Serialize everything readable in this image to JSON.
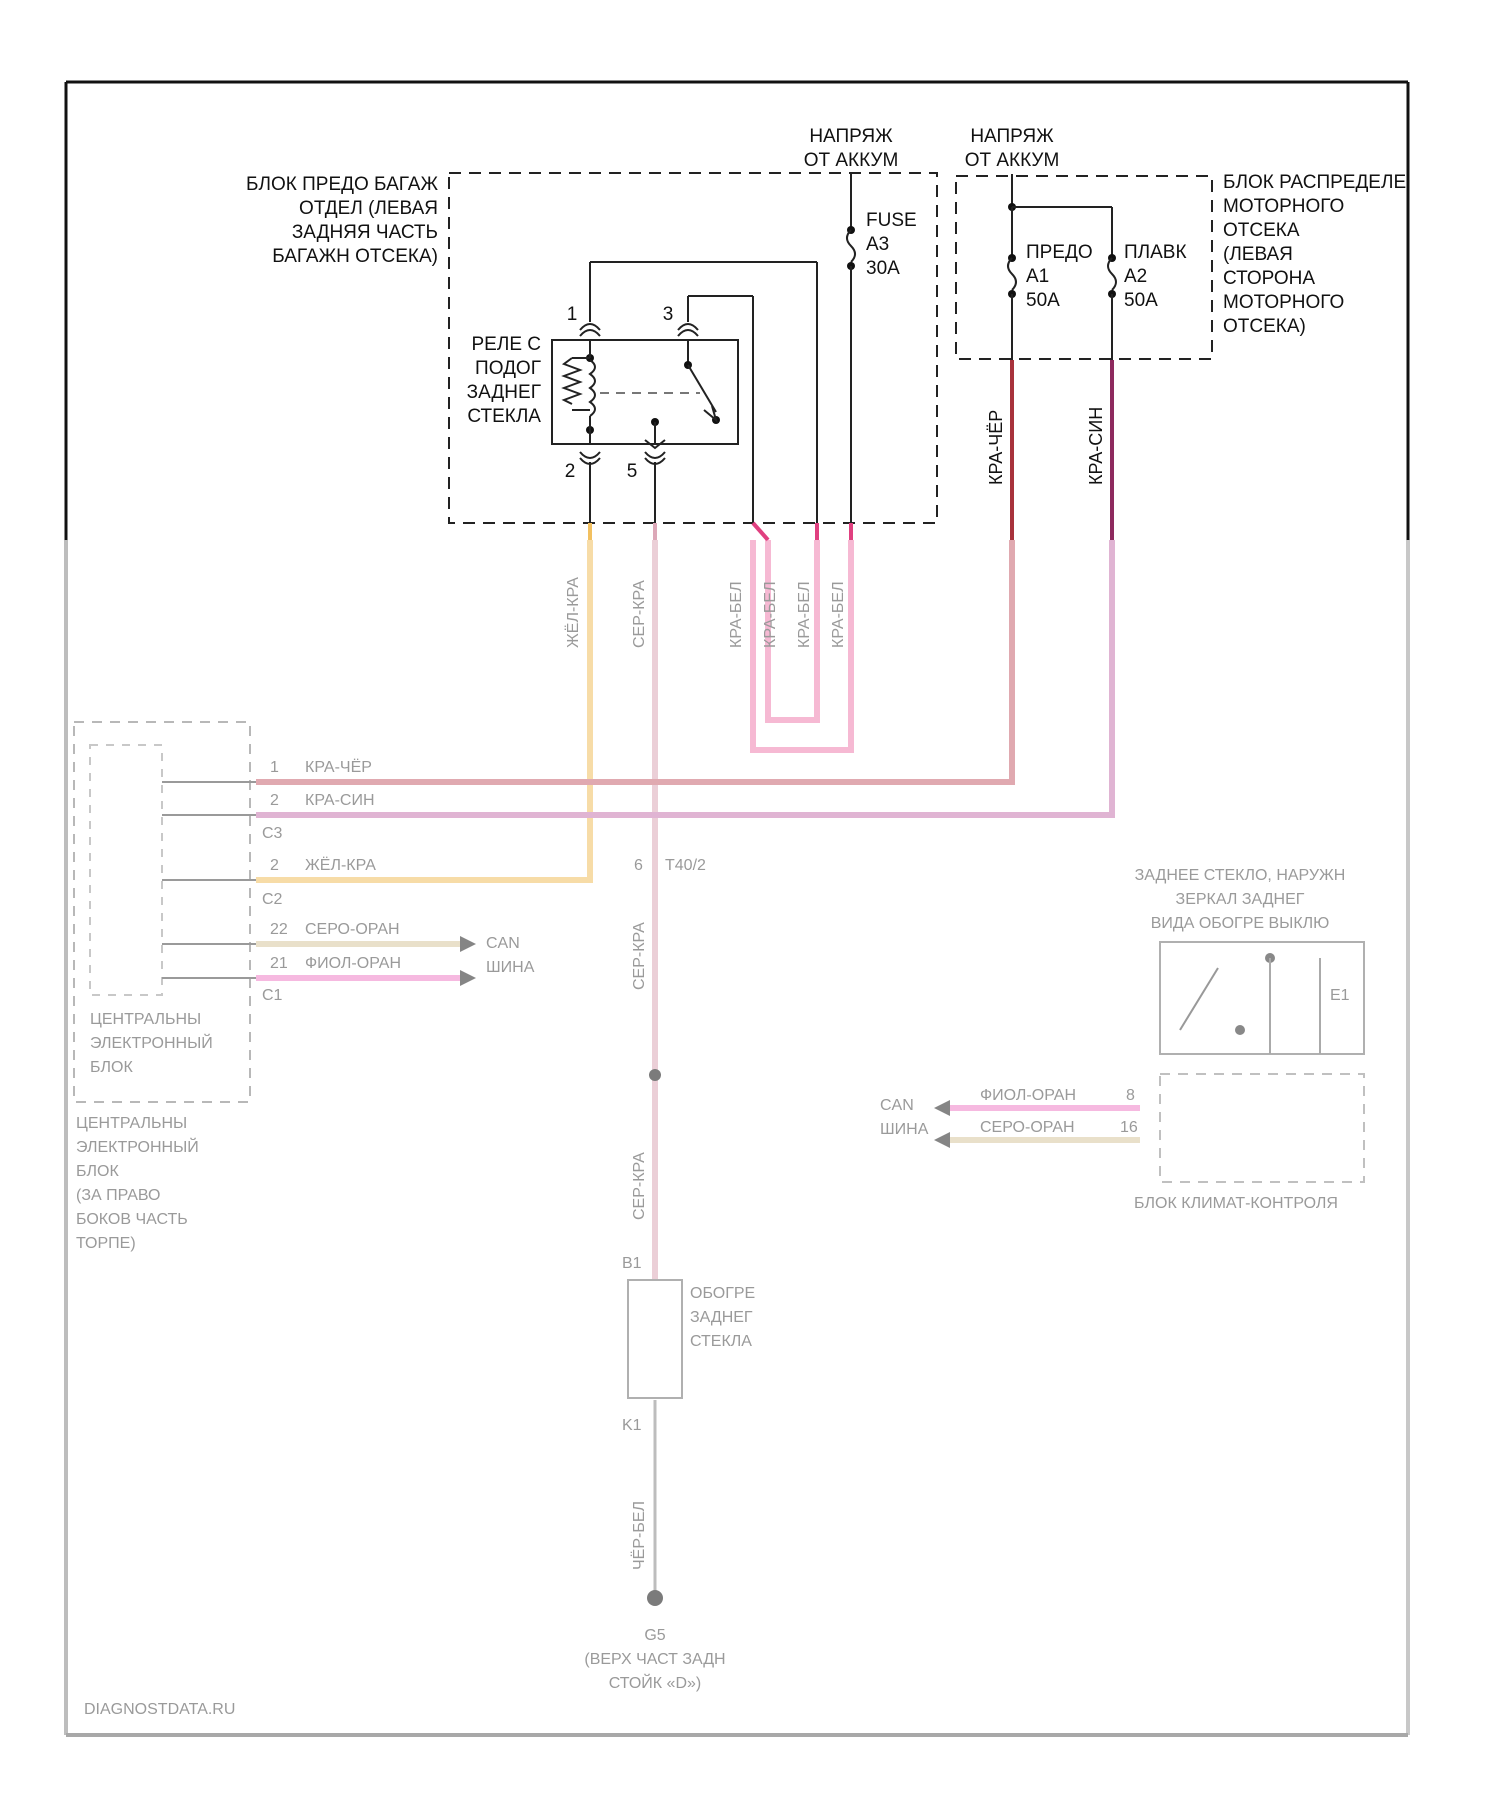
{
  "diagram": {
    "top_relay_block": {
      "title_lines": [
        "БЛОК ПРЕДО БАГАЖ",
        "ОТДЕЛ (ЛЕВАЯ",
        "ЗАДНЯЯ ЧАСТЬ",
        "БАГАЖН ОТСЕКА)"
      ],
      "battery_feed": [
        "НАПРЯЖ",
        "ОТ АККУМ"
      ],
      "fuse": [
        "FUSE",
        "A3",
        "30A"
      ],
      "relay_label": [
        "РЕЛЕ С",
        "ПОДОГ",
        "ЗАДНЕГ",
        "СТЕКЛА"
      ],
      "pins": [
        "1",
        "3",
        "2",
        "5"
      ]
    },
    "engine_block": {
      "title_lines": [
        "БЛОК РАСПРЕДЕЛЕ",
        "МОТОРНОГО",
        "ОТСЕКА",
        "(ЛЕВАЯ",
        "СТОРОНА",
        "МОТОРНОГО",
        "ОТСЕКА)"
      ],
      "battery_feed": [
        "НАПРЯЖ",
        "ОТ АККУМ"
      ],
      "fuse_a1": [
        "ПРЕДО",
        "A1",
        "50A"
      ],
      "fuse_a2": [
        "ПЛАВК",
        "A2",
        "50A"
      ]
    },
    "wires": {
      "kra_cher": "КРА-ЧЁР",
      "kra_sin": "КРА-СИН"
    },
    "faded": {
      "wire_tags_vertical": [
        "ЖЁЛ-КРА",
        "СЕР-КРА",
        "КРА-БЕЛ",
        "КРА-БЕЛ",
        "КРА-БЕЛ",
        "КРА-БЕЛ"
      ],
      "central_pins": [
        "1",
        "2",
        "C3",
        "2",
        "C2",
        "22",
        "21",
        "C1"
      ],
      "central_wires": [
        "КРА-ЧЁР",
        "КРА-СИН",
        "ЖЁЛ-КРА",
        "СЕРО-ОРАН",
        "ФИОЛ-ОРАН"
      ],
      "can_label": [
        "CAN",
        "ШИНА"
      ],
      "central_block_lines": [
        "ЦЕНТРАЛЬНЫ",
        "ЭЛЕКТРОННЫЙ",
        "БЛОК"
      ],
      "central_location": [
        "ЦЕНТРАЛЬНЫ",
        "ЭЛЕКТРОННЫЙ",
        "БЛОК",
        "(ЗА ПРАВО",
        "БОКОВ ЧАСТЬ",
        "ТОРПЕ)"
      ],
      "middle_pin": "6",
      "middle_conn": "T40/2",
      "middle_wire": "СЕР-КРА",
      "switch_title": [
        "ЗАДНЕЕ СТЕКЛО, НАРУЖН",
        "ЗЕРКАЛ ЗАДНЕГ",
        "ВИДА ОБОГРЕ ВЫКЛЮ"
      ],
      "switch_pin": "E1",
      "climate_wires": [
        "ФИОЛ-ОРАН",
        "СЕРО-ОРАН"
      ],
      "climate_pins": [
        "8",
        "16"
      ],
      "climate_can": [
        "CAN",
        "ШИНА"
      ],
      "climate_block": "БЛОК КЛИМАТ-КОНТРОЛЯ",
      "heater_pin_top": "B1",
      "heater_label": [
        "ОБОГРЕ",
        "ЗАДНЕГ",
        "СТЕКЛА"
      ],
      "heater_pin_bottom": "K1",
      "ground_wire": "ЧЁР-БЕЛ",
      "ground_id": "G5",
      "ground_location": [
        "(ВЕРХ ЧАСТ ЗАДН",
        "СТОЙК «D»)"
      ],
      "watermark": "DIAGNOSTDATA.RU"
    },
    "colors": {
      "frame": "#111111",
      "dash": "#222222",
      "kra_cher_wire": "#a8323c",
      "kra_sin_wire": "#8e2a5e",
      "pink_wire": "#f080b0",
      "yellow_wire": "#f2c060",
      "grey_pink_wire": "#dca8b8",
      "faded_frame": "#b8b8b8"
    }
  }
}
